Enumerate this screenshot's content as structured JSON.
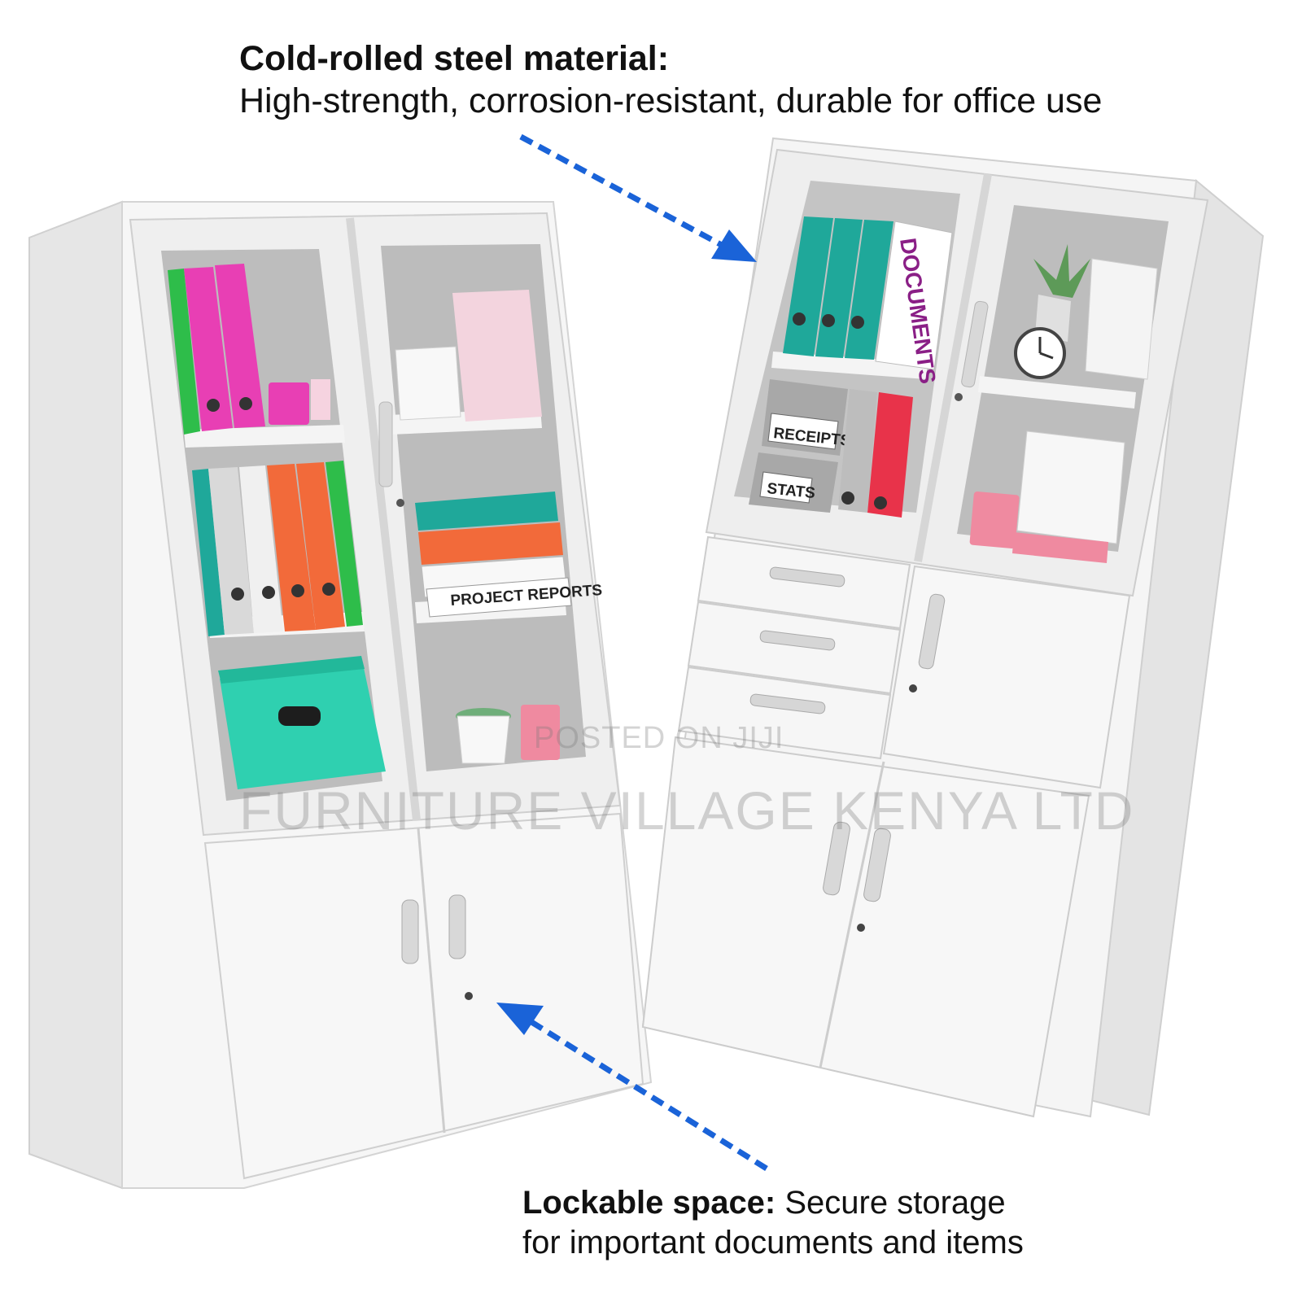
{
  "captions": {
    "top_heading": "Cold-rolled steel material:",
    "top_body": "High-strength, corrosion-resistant, durable for office use",
    "bottom_heading": "Lockable space:",
    "bottom_body_line1": " Secure storage",
    "bottom_body_line2": "for important documents and items"
  },
  "labels": {
    "project_reports": "PROJECT REPORTS",
    "documents": "DOCUMENTS",
    "receipts": "RECEIPTS",
    "stats": "STATS"
  },
  "watermark": {
    "line1": "POSTED ON JIJI",
    "line2": "FURNITURE VILLAGE KENYA LTD"
  },
  "colors": {
    "arrow": "#1a63d8",
    "cabinet": "#f4f4f4",
    "interior": "#bdbdbd",
    "binder_green": "#2ebd4a",
    "binder_pink": "#e83fb4",
    "binder_orange": "#f26a3a",
    "binder_teal": "#1fa89a",
    "box_teal": "#2fd0b0",
    "binder_red": "#e8334a",
    "cup_pink": "#ef8aa0"
  }
}
